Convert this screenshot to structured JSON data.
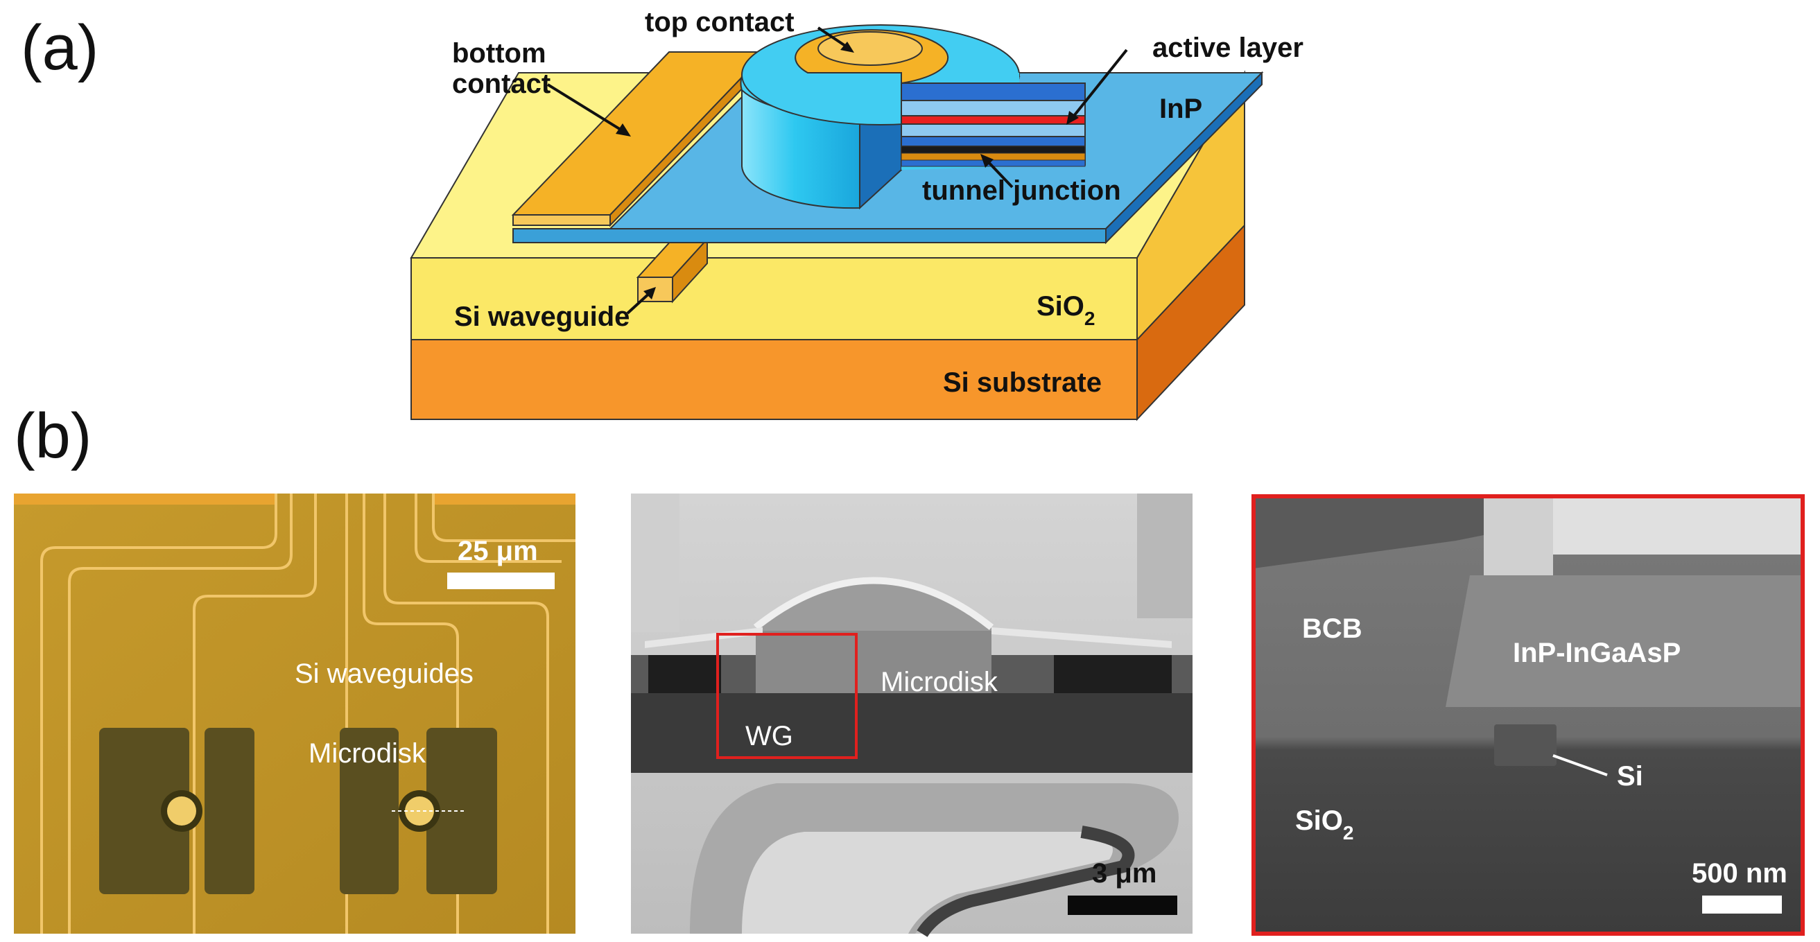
{
  "panel_a": {
    "label": "(a)",
    "labels": {
      "top_contact": "top contact",
      "bottom_contact_1": "bottom",
      "bottom_contact_2": "contact",
      "active_layer": "active layer",
      "inp": "InP",
      "tunnel_junction": "tunnel junction",
      "si_waveguide": "Si waveguide",
      "sio2_base": "SiO",
      "sio2_sub": "2",
      "si_substrate": "Si substrate"
    },
    "colors": {
      "gold": "#f5b226",
      "cyan": "#27c6ee",
      "inp_blue": "#58b6e6",
      "sio2_yellow": "#fdf389",
      "substrate_orange": "#f7962b",
      "active_red": "#e8201f"
    }
  },
  "panel_b": {
    "label": "(b)",
    "optical": {
      "scale_bar": "25 μm",
      "waveguides": "Si waveguides",
      "microdisk": "Microdisk"
    },
    "sem": {
      "microdisk": "Microdisk",
      "wg": "WG",
      "scale_bar": "3 μm"
    },
    "cross_section": {
      "bcb": "BCB",
      "inp_ingaasp": "InP-InGaAsP",
      "si": "Si",
      "sio2_base": "SiO",
      "sio2_sub": "2",
      "scale_bar": "500 nm"
    }
  }
}
